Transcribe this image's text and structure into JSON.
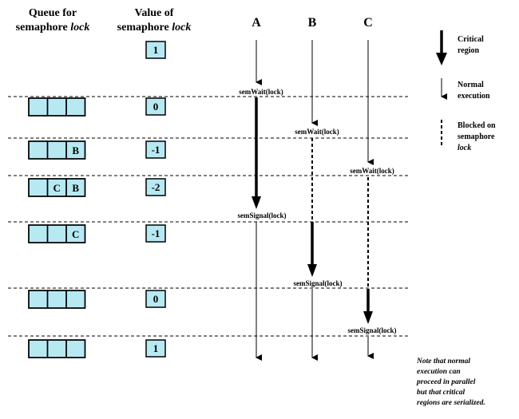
{
  "headers": {
    "queue": [
      "Queue for",
      "semaphore ",
      "lock"
    ],
    "value": [
      "Value of",
      "semaphore ",
      "lock"
    ]
  },
  "processes": [
    "A",
    "B",
    "C"
  ],
  "calls": {
    "a_wait": "semWait(lock)",
    "b_wait": "semWait(lock)",
    "c_wait": "semWait(lock)",
    "a_signal": "semSignal(lock)",
    "b_signal": "semSignal(lock)",
    "c_signal": "semSignal(lock)"
  },
  "states": [
    {
      "queue": [
        "",
        "",
        ""
      ],
      "value": "1"
    },
    {
      "queue": [
        "",
        "",
        ""
      ],
      "value": "0"
    },
    {
      "queue": [
        "",
        "",
        "B"
      ],
      "value": "-1"
    },
    {
      "queue": [
        "",
        "C",
        "B"
      ],
      "value": "-2"
    },
    {
      "queue": [
        "",
        "",
        "C"
      ],
      "value": "-1"
    },
    {
      "queue": [
        "",
        "",
        ""
      ],
      "value": "0"
    },
    {
      "queue": [
        "",
        "",
        ""
      ],
      "value": "1"
    }
  ],
  "legend": {
    "critical": [
      "Critical",
      "region"
    ],
    "normal": [
      "Normal",
      "execution"
    ],
    "blocked": [
      "Blocked on",
      "semaphore",
      "lock"
    ]
  },
  "note": [
    "Note that normal",
    "execution can",
    "proceed in parallel",
    "but that critical",
    "regions are serialized."
  ],
  "colors": {
    "box_fill": "#b7e9f3",
    "line": "#000000"
  }
}
